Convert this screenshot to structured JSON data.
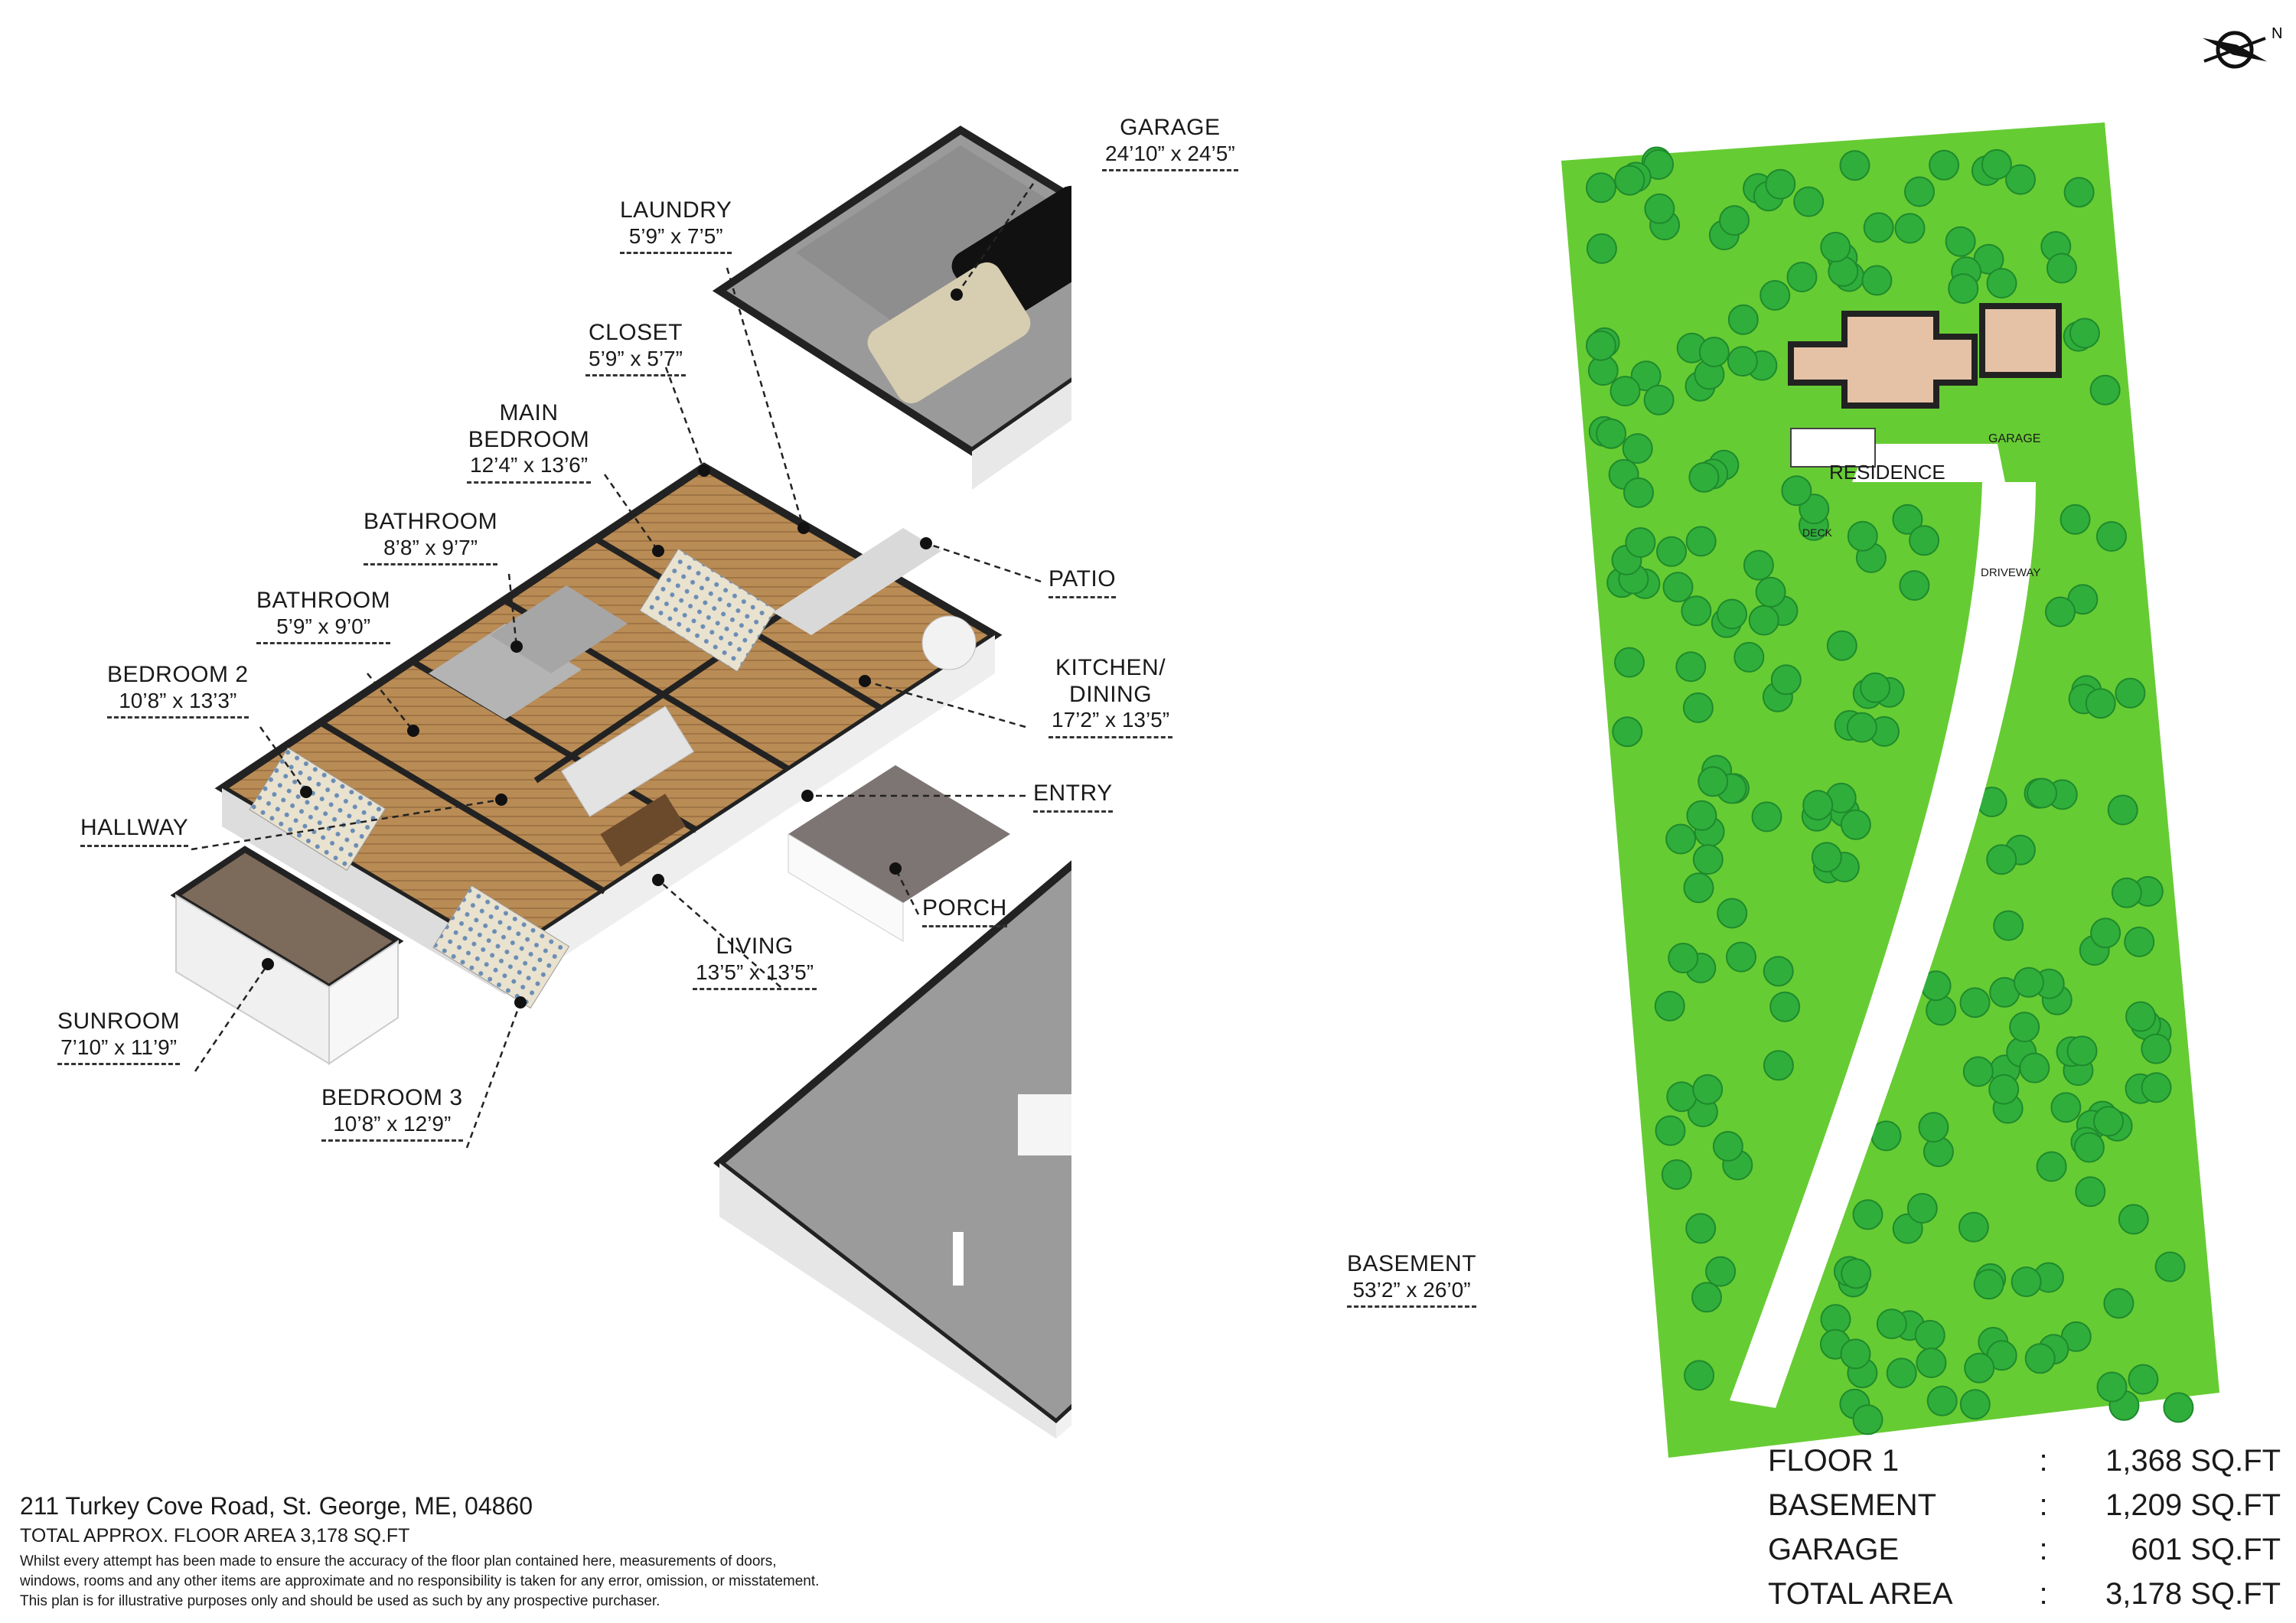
{
  "rooms": [
    {
      "id": "garage",
      "name": "GARAGE",
      "dims": "24’10” x 24’5”"
    },
    {
      "id": "laundry",
      "name": "LAUNDRY",
      "dims": "5’9” x 7’5”"
    },
    {
      "id": "closet",
      "name": "CLOSET",
      "dims": "5’9” x 5’7”"
    },
    {
      "id": "main_bedroom",
      "name": "MAIN\nBEDROOM",
      "dims": "12’4” x 13’6”"
    },
    {
      "id": "bathroom1",
      "name": "BATHROOM",
      "dims": "8’8” x 9’7”"
    },
    {
      "id": "bathroom2",
      "name": "BATHROOM",
      "dims": "5’9” x 9’0”"
    },
    {
      "id": "bedroom2",
      "name": "BEDROOM 2",
      "dims": "10’8” x 13’3”"
    },
    {
      "id": "hallway",
      "name": "HALLWAY",
      "dims": ""
    },
    {
      "id": "patio",
      "name": "PATIO",
      "dims": ""
    },
    {
      "id": "kitchen",
      "name": "KITCHEN/\nDINING",
      "dims": "17’2” x 13’5”"
    },
    {
      "id": "entry",
      "name": "ENTRY",
      "dims": ""
    },
    {
      "id": "porch",
      "name": "PORCH",
      "dims": ""
    },
    {
      "id": "living",
      "name": "LIVING",
      "dims": "13’5” x 13’5”"
    },
    {
      "id": "sunroom",
      "name": "SUNROOM",
      "dims": "7’10” x 11’9”"
    },
    {
      "id": "bedroom3",
      "name": "BEDROOM 3",
      "dims": "10’8” x 12’9”"
    },
    {
      "id": "basement",
      "name": "BASEMENT",
      "dims": "53’2” x 26’0”"
    }
  ],
  "site": {
    "residence": "RESIDENCE",
    "garage": "GARAGE",
    "deck": "DECK",
    "driveway": "DRIVEWAY"
  },
  "compass": {
    "letter": "N"
  },
  "footer": {
    "address": "211 Turkey Cove Road, St. George, ME, 04860",
    "total": "TOTAL APPROX. FLOOR AREA 3,178 SQ.FT",
    "disclaimer1": "Whilst every attempt has been made to ensure the accuracy of the floor plan contained here, measurements of doors,",
    "disclaimer2": "windows, rooms and any other items are approximate and no responsibility is taken for any error, omission, or misstatement.",
    "disclaimer3": "This plan is for illustrative purposes only and should be used as such by any prospective purchaser."
  },
  "areas": [
    {
      "label": "FLOOR 1",
      "sep": ":",
      "value": "1,368 SQ.FT"
    },
    {
      "label": "BASEMENT",
      "sep": ":",
      "value": "1,209 SQ.FT"
    },
    {
      "label": "GARAGE",
      "sep": ":",
      "value": "601 SQ.FT"
    },
    {
      "label": "TOTAL AREA",
      "sep": ":",
      "value": "3,178 SQ.FT"
    }
  ],
  "colors": {
    "lawn": "#66cc33",
    "tree": "#2fae3c",
    "floor_wood": "#b98b55",
    "concrete": "#9a9a9a",
    "wall": "#222222",
    "residence": "#e5c2a6",
    "driveway": "#ffffff"
  }
}
